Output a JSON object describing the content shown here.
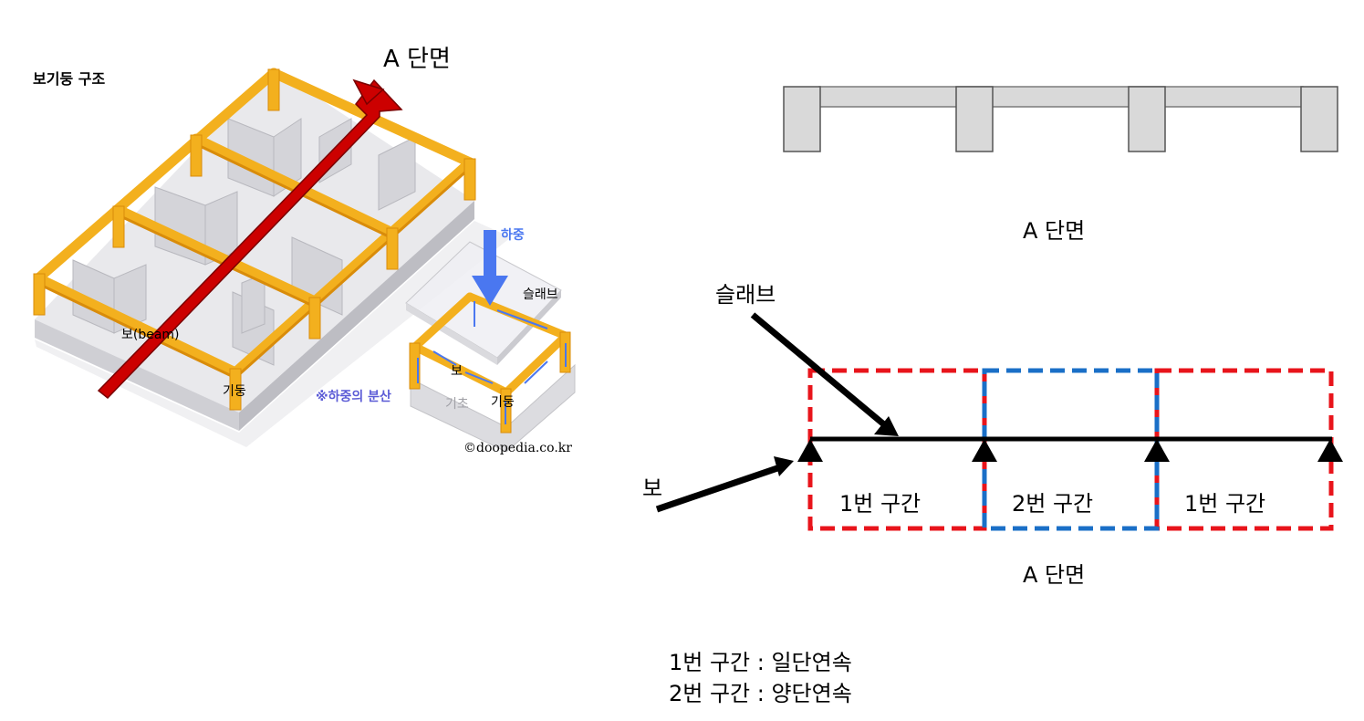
{
  "illustration": {
    "title": "보기둥 구조",
    "section_arrow_label": "A 단면",
    "beam_label": "보(beam)",
    "column_label": "기둥",
    "load_label": "하중",
    "slab_label": "슬래브",
    "inset_beam_label": "보",
    "inset_column_label": "기둥",
    "foundation_label": "기초",
    "distribution_label": "※하중의 분산",
    "copyright": "©doopedia.co.kr",
    "colors": {
      "beam": "#f3b01e",
      "arrow": "#cc0000",
      "load_arrow": "#4a77f0",
      "note": "#5b5bd6"
    }
  },
  "section_view": {
    "caption": "A 단면"
  },
  "beam_diagram": {
    "slab_label": "슬래브",
    "beam_label": "보",
    "spans": [
      {
        "label": "1번 구간",
        "color": "#e8141b"
      },
      {
        "label": "2번 구간",
        "color": "#1a6fc7"
      },
      {
        "label": "1번 구간",
        "color": "#e8141b"
      }
    ],
    "caption": "A 단면"
  },
  "legend": {
    "line1": "1번 구간 : 일단연속",
    "line2": "2번 구간 : 양단연속"
  }
}
